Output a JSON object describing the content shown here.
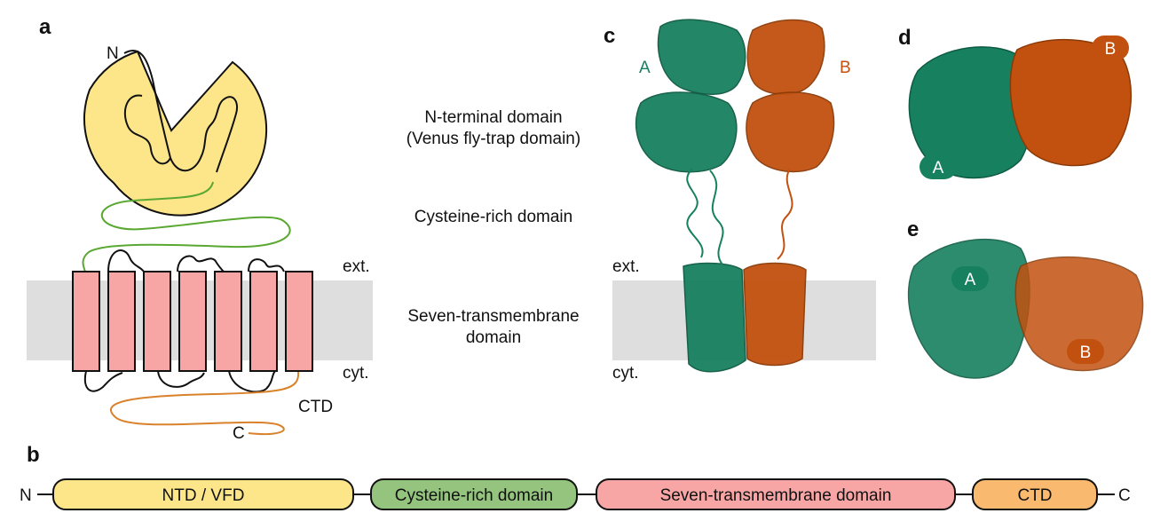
{
  "panels": {
    "a": "a",
    "b": "b",
    "c": "c",
    "d": "d",
    "e": "e"
  },
  "topology": {
    "n_label": "N",
    "c_label": "C",
    "ctd_label": "CTD",
    "ext_label": "ext.",
    "cyt_label": "cyt."
  },
  "domains": {
    "ntd_line1": "N-terminal domain",
    "ntd_line2": "(Venus fly-trap domain)",
    "crd": "Cysteine-rich domain",
    "tm_line1": "Seven-transmembrane",
    "tm_line2": "domain"
  },
  "structure": {
    "chain_a": "A",
    "chain_b": "B",
    "ext_label": "ext.",
    "cyt_label": "cyt."
  },
  "bar": {
    "n_label": "N",
    "c_label": "C",
    "segments": [
      "NTD / VFD",
      "Cysteine-rich domain",
      "Seven-transmembrane domain",
      "CTD"
    ]
  },
  "colors": {
    "ntd": "#fde68a",
    "crd": "#94c47d",
    "tm": "#f8a5a5",
    "ctd": "#f9b96e",
    "membrane": "#dedede",
    "chain_a": "#17805f",
    "chain_b": "#c2510f",
    "crd_loop": "#5aa832",
    "ctd_loop": "#d9822b"
  }
}
